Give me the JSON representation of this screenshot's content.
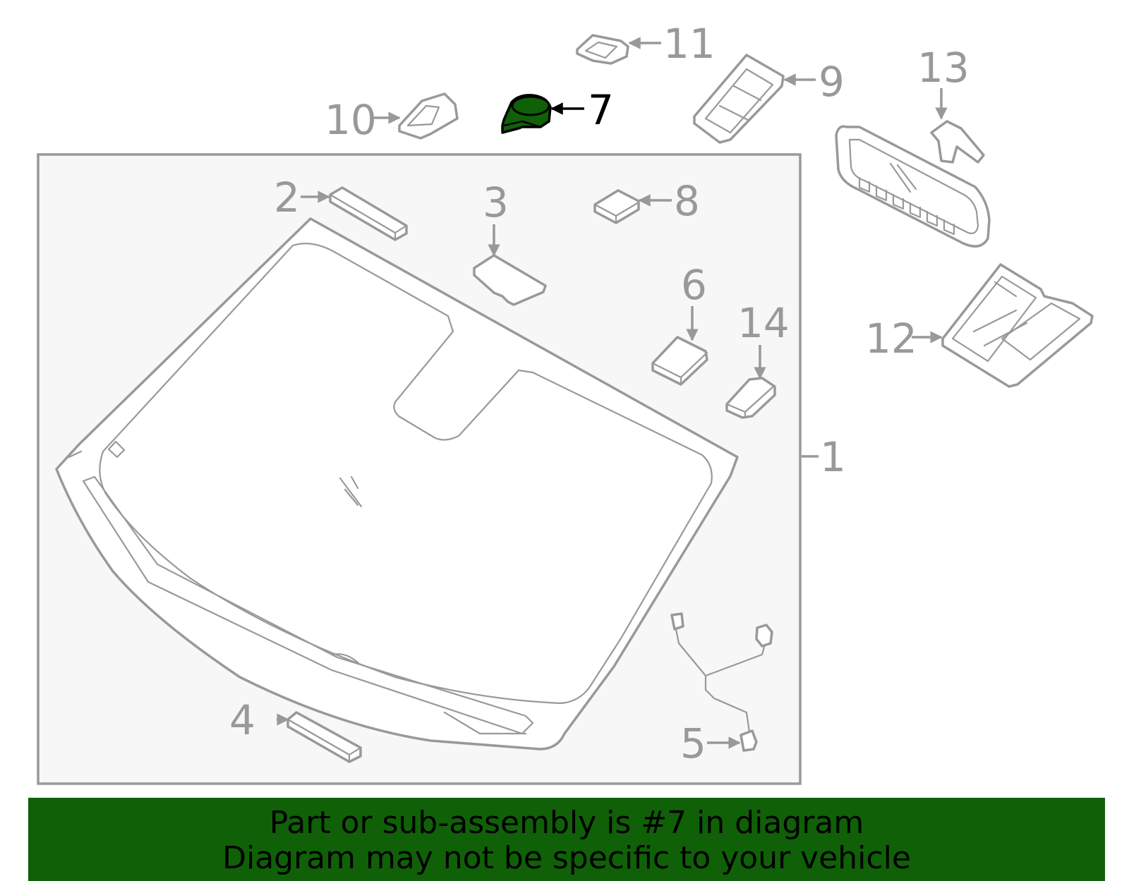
{
  "callouts": [
    {
      "id": "1",
      "label": "1",
      "highlighted": false
    },
    {
      "id": "2",
      "label": "2",
      "highlighted": false
    },
    {
      "id": "3",
      "label": "3",
      "highlighted": false
    },
    {
      "id": "4",
      "label": "4",
      "highlighted": false
    },
    {
      "id": "5",
      "label": "5",
      "highlighted": false
    },
    {
      "id": "6",
      "label": "6",
      "highlighted": false
    },
    {
      "id": "7",
      "label": "7",
      "highlighted": true
    },
    {
      "id": "8",
      "label": "8",
      "highlighted": false
    },
    {
      "id": "9",
      "label": "9",
      "highlighted": false
    },
    {
      "id": "10",
      "label": "10",
      "highlighted": false
    },
    {
      "id": "11",
      "label": "11",
      "highlighted": false
    },
    {
      "id": "12",
      "label": "12",
      "highlighted": false
    },
    {
      "id": "13",
      "label": "13",
      "highlighted": false
    },
    {
      "id": "14",
      "label": "14",
      "highlighted": false
    }
  ],
  "banner": {
    "line1": "Part or sub-assembly is #7 in diagram",
    "line2": "Diagram may not be specific to your vehicle"
  },
  "colors": {
    "highlight": "#106008",
    "line": "#999999",
    "callout_highlight": "#000000",
    "panel": "#f7f7f7"
  }
}
